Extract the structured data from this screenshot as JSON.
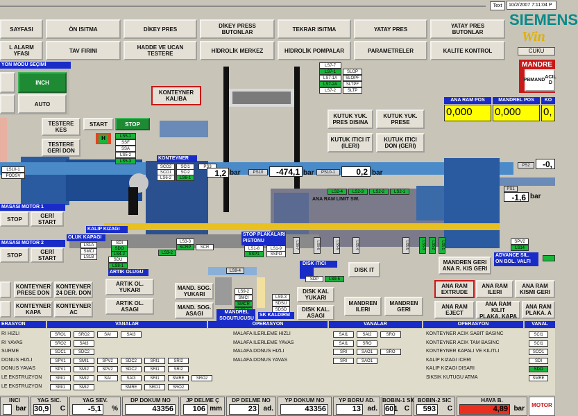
{
  "topbar": {
    "text_label": "Text",
    "datetime": "10/2/2007 7:11:04 P"
  },
  "brand": {
    "name": "SIEMENS",
    "sub": "Win",
    "cukur": "CUKU"
  },
  "nav": {
    "row1": [
      "SAYFASI",
      "ÖN ISITMA",
      "DİKEY PRES",
      "DİKEY PRESS\nBUTONLAR",
      "TEKRAR ISITMA",
      "YATAY PRES",
      "YATAY PRES\nBUTONLAR"
    ],
    "row2": [
      "L ALARM\nYFASI",
      "TAV FIRINI",
      "HADDE VE UCAN\nTESTERE",
      "HİDROLİK MERKEZ",
      "HİDROLİK POMPALAR",
      "PARAMETRELER",
      "KALİTE KONTROL"
    ]
  },
  "mode": {
    "header": "YON  MODU SEÇİMİ",
    "inch": "INCH",
    "auto": "AUTO"
  },
  "konteyner_kaliba": "KONTEYNER\nKALIBA",
  "manual": {
    "testere_kes": "TESTERE\nKES",
    "testere_geri": "TESTERE\nGERİ DON",
    "start": "START",
    "stop": "STOP"
  },
  "kutuk": {
    "yuk_pres_disina": "KUTUK YUK.\nPRES DISINA",
    "yuk_prese": "KUTUK  YUK.\nPRESE",
    "itici_ileri": "KUTUK ITICI IT\n(ILERI)",
    "itici_geri": "KUTUK ITICI\nDON (GERI)"
  },
  "mandrel_box": {
    "title": "MANDRE",
    "l1": "PB",
    "l2": "MAND",
    "l3": "ACIL D"
  },
  "positions": {
    "h1": "ANA RAM POS",
    "h2": "MANDREL POS",
    "h3": "KO",
    "v1": "0,000",
    "v2": "0,000",
    "v3": "0,"
  },
  "pressures": {
    "p1": "1,2",
    "u1": "bar",
    "ps10": "PS10",
    "p2": "-474,1",
    "u2": "bar",
    "ps10b": "PS10-1",
    "p3": "0,2",
    "u3": "bar",
    "ps2": "PS2",
    "p4": "-0,",
    "ps1": "PS1",
    "p5": "-1,6",
    "u5": "bar"
  },
  "sensors": {
    "ls7": [
      "LS7-7",
      "LS7-1",
      "LS7-1A",
      "LS7-2A",
      "LS7-2"
    ],
    "sl": [
      "SLOP",
      "SLOPF",
      "SLTPF",
      "SLTP"
    ],
    "ls5": [
      "LS5-1",
      "SSF",
      "SSA",
      "LS5-2",
      "LS5-3"
    ],
    "konteyner": "KONTEYNER",
    "konteyner_tags": [
      "SCO2",
      "SCI1",
      "SCO1",
      "SCI2",
      "LS6-2",
      "LS6-1",
      "PS3"
    ],
    "ls10": "LS10-1",
    "podsv": "PODSV",
    "ls2": [
      "LS2-4",
      "LS2-3",
      "LS2-2",
      "LS2-1"
    ],
    "ana_ram_limit": "ANA RAM LIMIT SW.",
    "kalip_kizagi": "KALIP KIZAGI",
    "oluk_kapagi": "OLUK KAPAGI",
    "kalip_tags": [
      "LS1A",
      "SMCI",
      "LS1B",
      "SDI",
      "SDO",
      "LS4-2"
    ],
    "scrp": [
      "LS3-3",
      "SCRP",
      "LS3-2",
      "SCR"
    ],
    "stop_plakalari": "STOP PLAKALARI\nPISTONU",
    "stop_tags": [
      "LS1-8",
      "LS1-9",
      "SSP1",
      "SSPO"
    ],
    "ls_vert": [
      "LS6-7",
      "LS6-6",
      "LS5-6",
      "LS5-4",
      "LS5-5",
      "LS5-3",
      "LS5-2",
      "LS5-1"
    ],
    "sdu": [
      "SDU",
      "LS8-1"
    ],
    "ls94": "LS9-4",
    "disk_itici": "DISK ITICI",
    "sdp": "SDP",
    "ls95": "LS9-5",
    "ls92": [
      "LS9-2",
      "SMCI",
      "SMCR",
      "LS8-1"
    ],
    "ls93": [
      "LS9-3",
      "SDSU",
      "SDSD"
    ],
    "spv": [
      "SPV2",
      "LS14"
    ],
    "mandrel_sog": "MANDREL\nSOGUTUCUSU",
    "disk_kaldirm": "SK KALDIRM"
  },
  "motors": {
    "m1": "MASASI MOTOR 1",
    "m2": "MASASI MOTOR 2",
    "stop": "STOP",
    "geri": "GERİ\nSTART"
  },
  "buttons": {
    "artik_olugu": "ARTIK OLUGU",
    "artik_yukari": "ARTIK OL.\nYUKARI",
    "artik_asagi": "ARTIK OL.\nASAGI",
    "mand_sog_yukari": "MAND. SOG.\nYUKARI",
    "mand_sog_asagi": "MAND. SOG.\nASAGI",
    "disk_kal_yukari": "DISK KAL\nYUKARI",
    "disk_kal_asagi": "DISK KAL.\nASAGI",
    "disk_it": "DISK IT",
    "mandren_ileri": "MANDREN\nILERI",
    "mandren_geri": "MANDREN\nGERI",
    "mandren_geri_ana": "MANDREN GERI\nANA R. KIS GERI",
    "advance": "ADVANCE SIL.\nON BOL. VALFI",
    "konteyner_prese_don": "KONTEYNER\nPRESE DON",
    "konteyner_24": "KONTEYNER\n24 DER. DON",
    "konteyner_kapa": "KONTEYNER\nKAPA",
    "konteyner_ac": "KONTEYNER\nAC",
    "ana_ram_extrude": "ANA RAM\nEXTRUDE",
    "ana_ram_ileri": "ANA RAM\nILERI",
    "ana_ram_kismi": "ANA RAM\nKISMI GERI",
    "ana_ram_eject": "ANA RAM\nEJECT",
    "ana_ram_kilit": "ANA RAM KILIT\nPLAKA. KAPA",
    "ana_ram_plaka": "ANA RAM\nPLAKA. A"
  },
  "table_headers": {
    "h1": "ERASYON",
    "h2": "VANALAR",
    "h3": "OPERASYON",
    "h4": "VANALAR",
    "h5": "OPERASYON",
    "h6": "VANAL"
  },
  "ops_left": [
    "RI HIZLI",
    "RI YAVAS",
    "SURME",
    "DONUS HIZLI",
    "DONUS YAVAS",
    "LE EKSTRUZYON",
    "LE EKSTRUZYON"
  ],
  "ops_left_valves": [
    [
      "SRO1",
      "SRO2",
      "SAI",
      "SAI3"
    ],
    [
      "SRO2",
      "SAI3"
    ],
    [
      "SDC1",
      "SDC2"
    ],
    [
      "SPV1",
      "SMI1",
      "SPV2",
      "SDC2",
      "SRI1",
      "SRI2"
    ],
    [
      "SPV1",
      "SMI2",
      "SPV2",
      "SDC2",
      "SRI1",
      "SRI2"
    ],
    [
      "SMI1",
      "SMI2",
      "SAI",
      "SAI3",
      "SRI1",
      "SMRE",
      "SRO2"
    ],
    [
      "SMI1",
      "SMI2",
      "",
      "SMRE",
      "SRO1",
      "SRO2"
    ]
  ],
  "ops_mid": [
    "MALAFA ILERLEME HIZLI",
    "MALAFA ILERLEME YAVAS",
    "MALAFA DONUS HIZLI",
    "MALAFA DONUS YAVAS"
  ],
  "ops_mid_valves": [
    [
      "SAI1",
      "SAI2",
      "SRO"
    ],
    [
      "SAI1",
      "SRO"
    ],
    [
      "SRI",
      "SAO1",
      "SRO"
    ],
    [
      "SRI",
      "SAO1"
    ]
  ],
  "ops_right": [
    "KONTEYNER ACIK SABIT BASINC",
    "KONTEYNER ACIK TAM BASINC",
    "KONTEYNER KAPALI VE KILITLI",
    "KALIP KIZAGI ICERI",
    "KALIP KIZAGI DISARI",
    "SIKSIK KUTUGU ATMA"
  ],
  "ops_right_valves": [
    [
      "SCI1"
    ],
    [
      "SCI1"
    ],
    [
      "SCO1"
    ],
    [
      "SDI"
    ],
    [
      "SDO"
    ],
    [
      "SMRE"
    ]
  ],
  "bottom": [
    {
      "t": "INCI",
      "v": "",
      "u": "bar"
    },
    {
      "t": "YAG SIC.",
      "v": "30,9",
      "u": "C"
    },
    {
      "t": "YAG SEV.",
      "v": "-5,1",
      "u": "%"
    },
    {
      "t": "DP DOKUM NO",
      "v": "43356",
      "u": ""
    },
    {
      "t": "JP DELME Ç",
      "v": "106",
      "u": "mm"
    },
    {
      "t": "DP DELME NO",
      "v": "23",
      "u": "ad."
    },
    {
      "t": "YP DOKUM NO",
      "v": "43356",
      "u": ""
    },
    {
      "t": "YP BORU AD.",
      "v": "13",
      "u": "ad."
    },
    {
      "t": "BOBIN-1 SIC",
      "v": "601",
      "u": "C"
    },
    {
      "t": "BOBIN-2 SIC",
      "v": "593",
      "u": "C"
    },
    {
      "t": "HAVA B.",
      "v": "4,89",
      "u": "bar"
    },
    {
      "t": "MOTOR",
      "v": "",
      "u": ""
    }
  ],
  "colors": {
    "blue": "#1a2cc8",
    "green": "#19b53a",
    "yellow": "#ffff00",
    "red": "#c81818"
  }
}
